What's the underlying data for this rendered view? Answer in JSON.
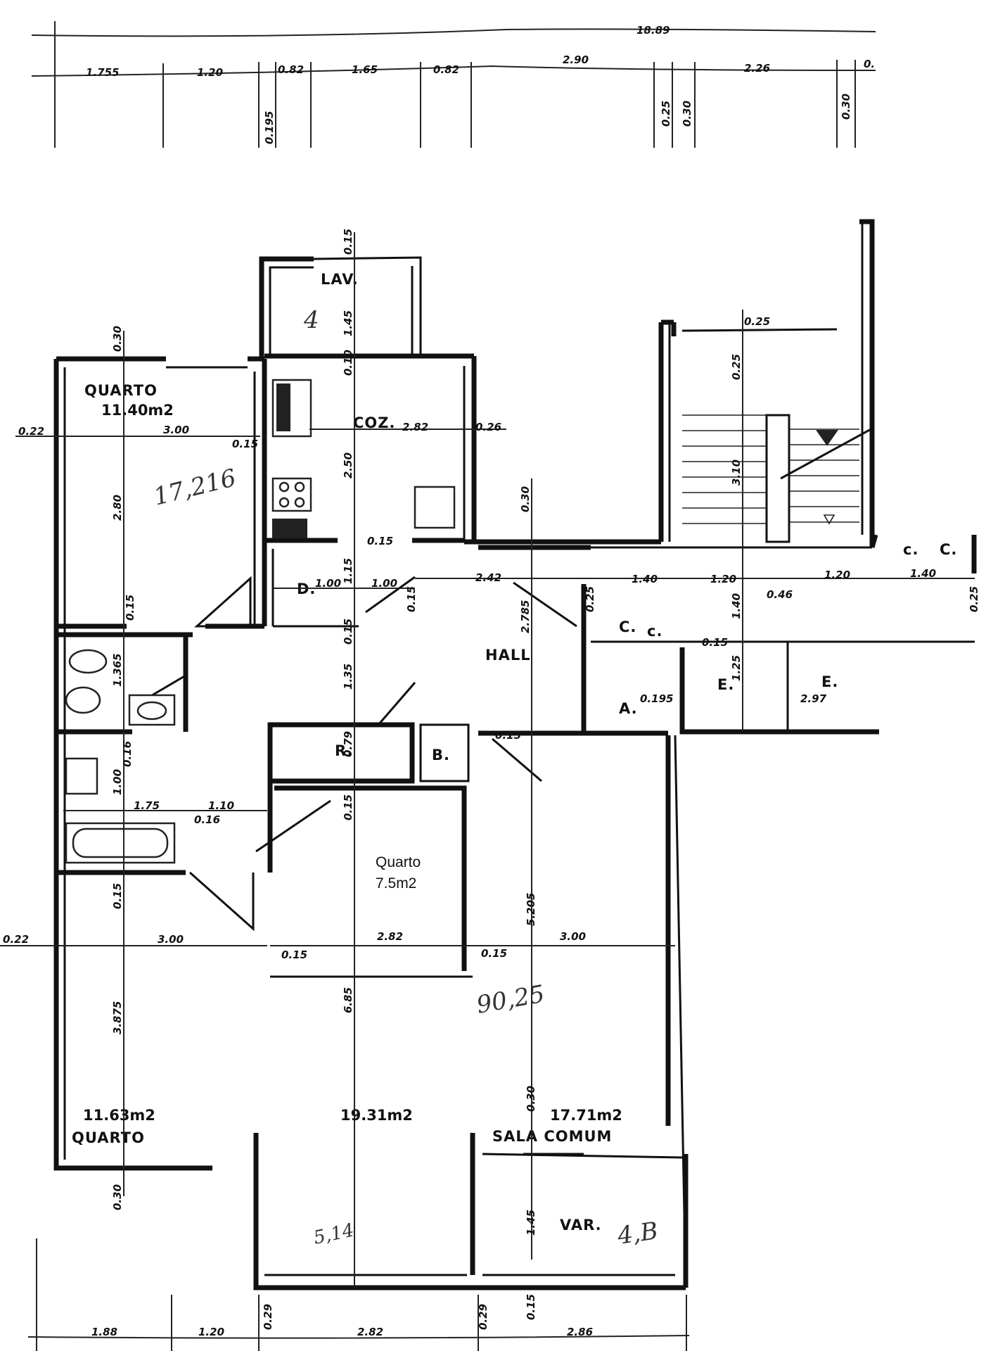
{
  "rooms": {
    "lav": "LAV.",
    "quarto_top_name": "QUARTO",
    "quarto_top_area": "11.40m2",
    "coz": "COZ.",
    "hall": "HALL",
    "d": "D.",
    "r": "R.",
    "b": "B.",
    "a": "A.",
    "c1": "C.",
    "c2": "c.",
    "c3": "c.",
    "c4": "C.",
    "e1": "E.",
    "e2": "E.",
    "quarto_mid_name": "Quarto",
    "quarto_mid_area": "7.5m2",
    "quarto_bottom_area": "11.63m2",
    "quarto_bottom_name": "QUARTO",
    "sala_area_left": "19.31m2",
    "sala_area_right": "17.71m2",
    "sala_name": "SALA COMUM",
    "var": "VAR."
  },
  "handwritten": {
    "lav_note": "4",
    "quarto_top_note": "17,216",
    "sala_note": "90,25",
    "var_note": "4,B",
    "bottom_note": "5,14"
  },
  "dimensions": {
    "top_total": "18.89",
    "top_row": [
      "1.755",
      "1.20",
      "0.82",
      "1.65",
      "0.82",
      "2.90",
      "2.26",
      "0."
    ],
    "top_vertical": [
      "0.195",
      "0.25",
      "0.30",
      "0.30"
    ],
    "lav_a": "0.15",
    "lav_b": "1.45",
    "left_030": "0.30",
    "left_022_top": "0.22",
    "quarto_w": "3.00",
    "quarto_015": "0.15",
    "quarto_h": "2.80",
    "quarto_015b": "0.15",
    "coz_w": "2.82",
    "coz_026": "0.26",
    "coz_010": "0.10",
    "coz_h": "2.50",
    "coz_115": "1.15",
    "coz_015": "0.15",
    "d_100a": "1.00",
    "d_100b": "1.00",
    "hall_015": "0.15",
    "hall_242": "2.42",
    "hall_030": "0.30",
    "hall_2785": "2.785",
    "hall_025": "0.25",
    "corr_140a": "1.40",
    "corr_120a": "1.20",
    "corr_046": "0.46",
    "corr_120b": "1.20",
    "corr_140b": "1.40",
    "corr_025": "0.25",
    "corr_140v": "1.40",
    "stair_025": "0.25",
    "stair_025v": "0.25",
    "stair_310": "3.10",
    "e_015": "0.15",
    "e_125": "1.25",
    "e_297": "2.97",
    "a_0195": "0.195",
    "bath_1365": "1.365",
    "bath_015": "0.15",
    "hall_135": "1.35",
    "r_079": "0.79",
    "b_015": "0.15",
    "bath_016": "0.16",
    "bath_100": "1.00",
    "bath_175": "1.75",
    "bath_110": "1.10",
    "bath_016b": "0.16",
    "qmid_015": "0.15",
    "qbot_015": "0.15",
    "left_022_bot": "0.22",
    "qbot_w": "3.00",
    "qbot_h": "3.875",
    "qmid_015b": "0.15",
    "qmid_w": "2.82",
    "qmid_015c": "0.15",
    "sala_5205": "5.205",
    "sala_w": "3.00",
    "sala_685": "6.85",
    "sala_030": "0.30",
    "var_145": "1.45",
    "qbot_030": "0.30",
    "bottom_row": [
      "1.88",
      "1.20",
      "0.29",
      "2.82",
      "0.29",
      "0.15",
      "2.86"
    ]
  }
}
